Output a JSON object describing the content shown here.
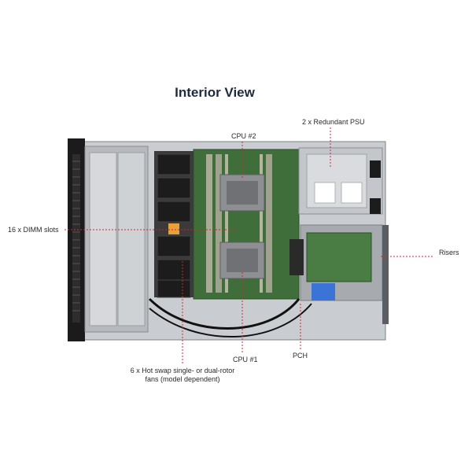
{
  "title": "Interior View",
  "labels": {
    "cpu2": "CPU #2",
    "psu": "2 x Redundant PSU",
    "dimm": "16 x DIMM slots",
    "risers": "Risers",
    "cpu1": "CPU #1",
    "pch": "PCH",
    "fans": "6 x Hot swap single- or dual-rotor fans (model dependent)"
  },
  "colors": {
    "callout": "#d9262c",
    "chassis": "#c9ccd0",
    "board": "#3f6e3a",
    "heatsink": "#8d8f92",
    "fan": "#1c1c1c"
  }
}
